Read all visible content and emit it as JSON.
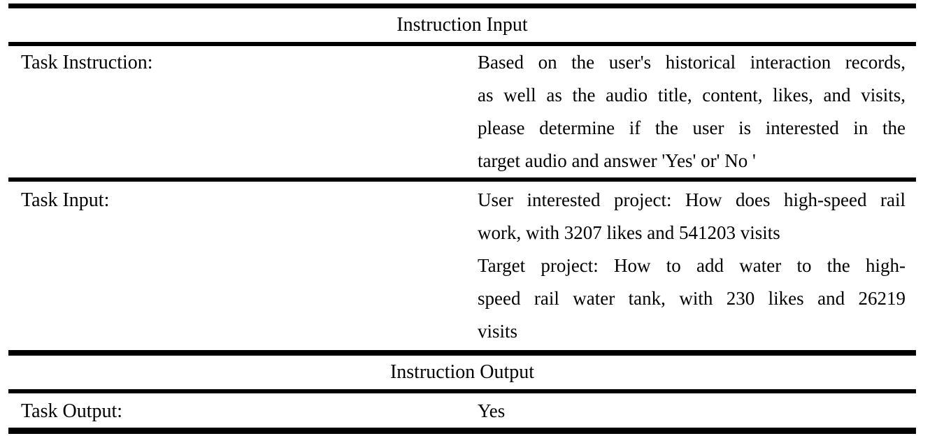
{
  "page": {
    "background_color": "#ffffff",
    "text_color": "#000000",
    "rule_color": "#000000"
  },
  "table": {
    "input_header": "Instruction Input",
    "output_header": "Instruction Output",
    "task_instruction": {
      "label": "Task Instruction:",
      "lines": [
        {
          "t": "Based on the user's historical interaction records,",
          "j": true
        },
        {
          "t": "as well as the audio title, content, likes, and visits,",
          "j": true
        },
        {
          "t": "please determine if the user is interested in the",
          "j": true
        },
        {
          "t": "target audio and answer 'Yes' or' No '",
          "j": false
        }
      ]
    },
    "task_input": {
      "label": "Task Input:",
      "lines": [
        {
          "t": "User interested project: How does high-speed rail",
          "j": true
        },
        {
          "t": "work, with 3207 likes and 541203 visits",
          "j": false
        },
        {
          "t": "Target project: How to add water to the high-",
          "j": true
        },
        {
          "t": "speed rail water tank, with 230 likes and 26219",
          "j": true
        },
        {
          "t": "visits",
          "j": false
        }
      ]
    },
    "task_output": {
      "label": "Task Output:",
      "value": "Yes"
    }
  }
}
